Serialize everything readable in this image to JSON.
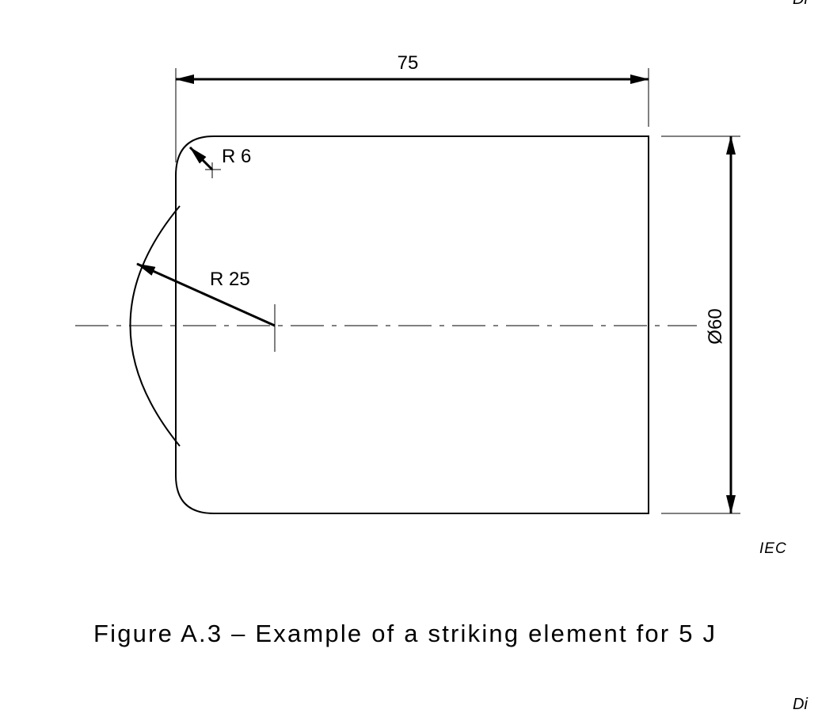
{
  "header_fragment": "Di",
  "footer_fragment": "Di",
  "dimensions": {
    "length": "75",
    "corner_radius": "R 6",
    "face_radius": "R 25",
    "diameter": "Ø60"
  },
  "mark": "IEC",
  "caption": "Figure A.3 – Example of a striking element for 5 J",
  "colors": {
    "line": "#000000",
    "background": "#ffffff"
  }
}
